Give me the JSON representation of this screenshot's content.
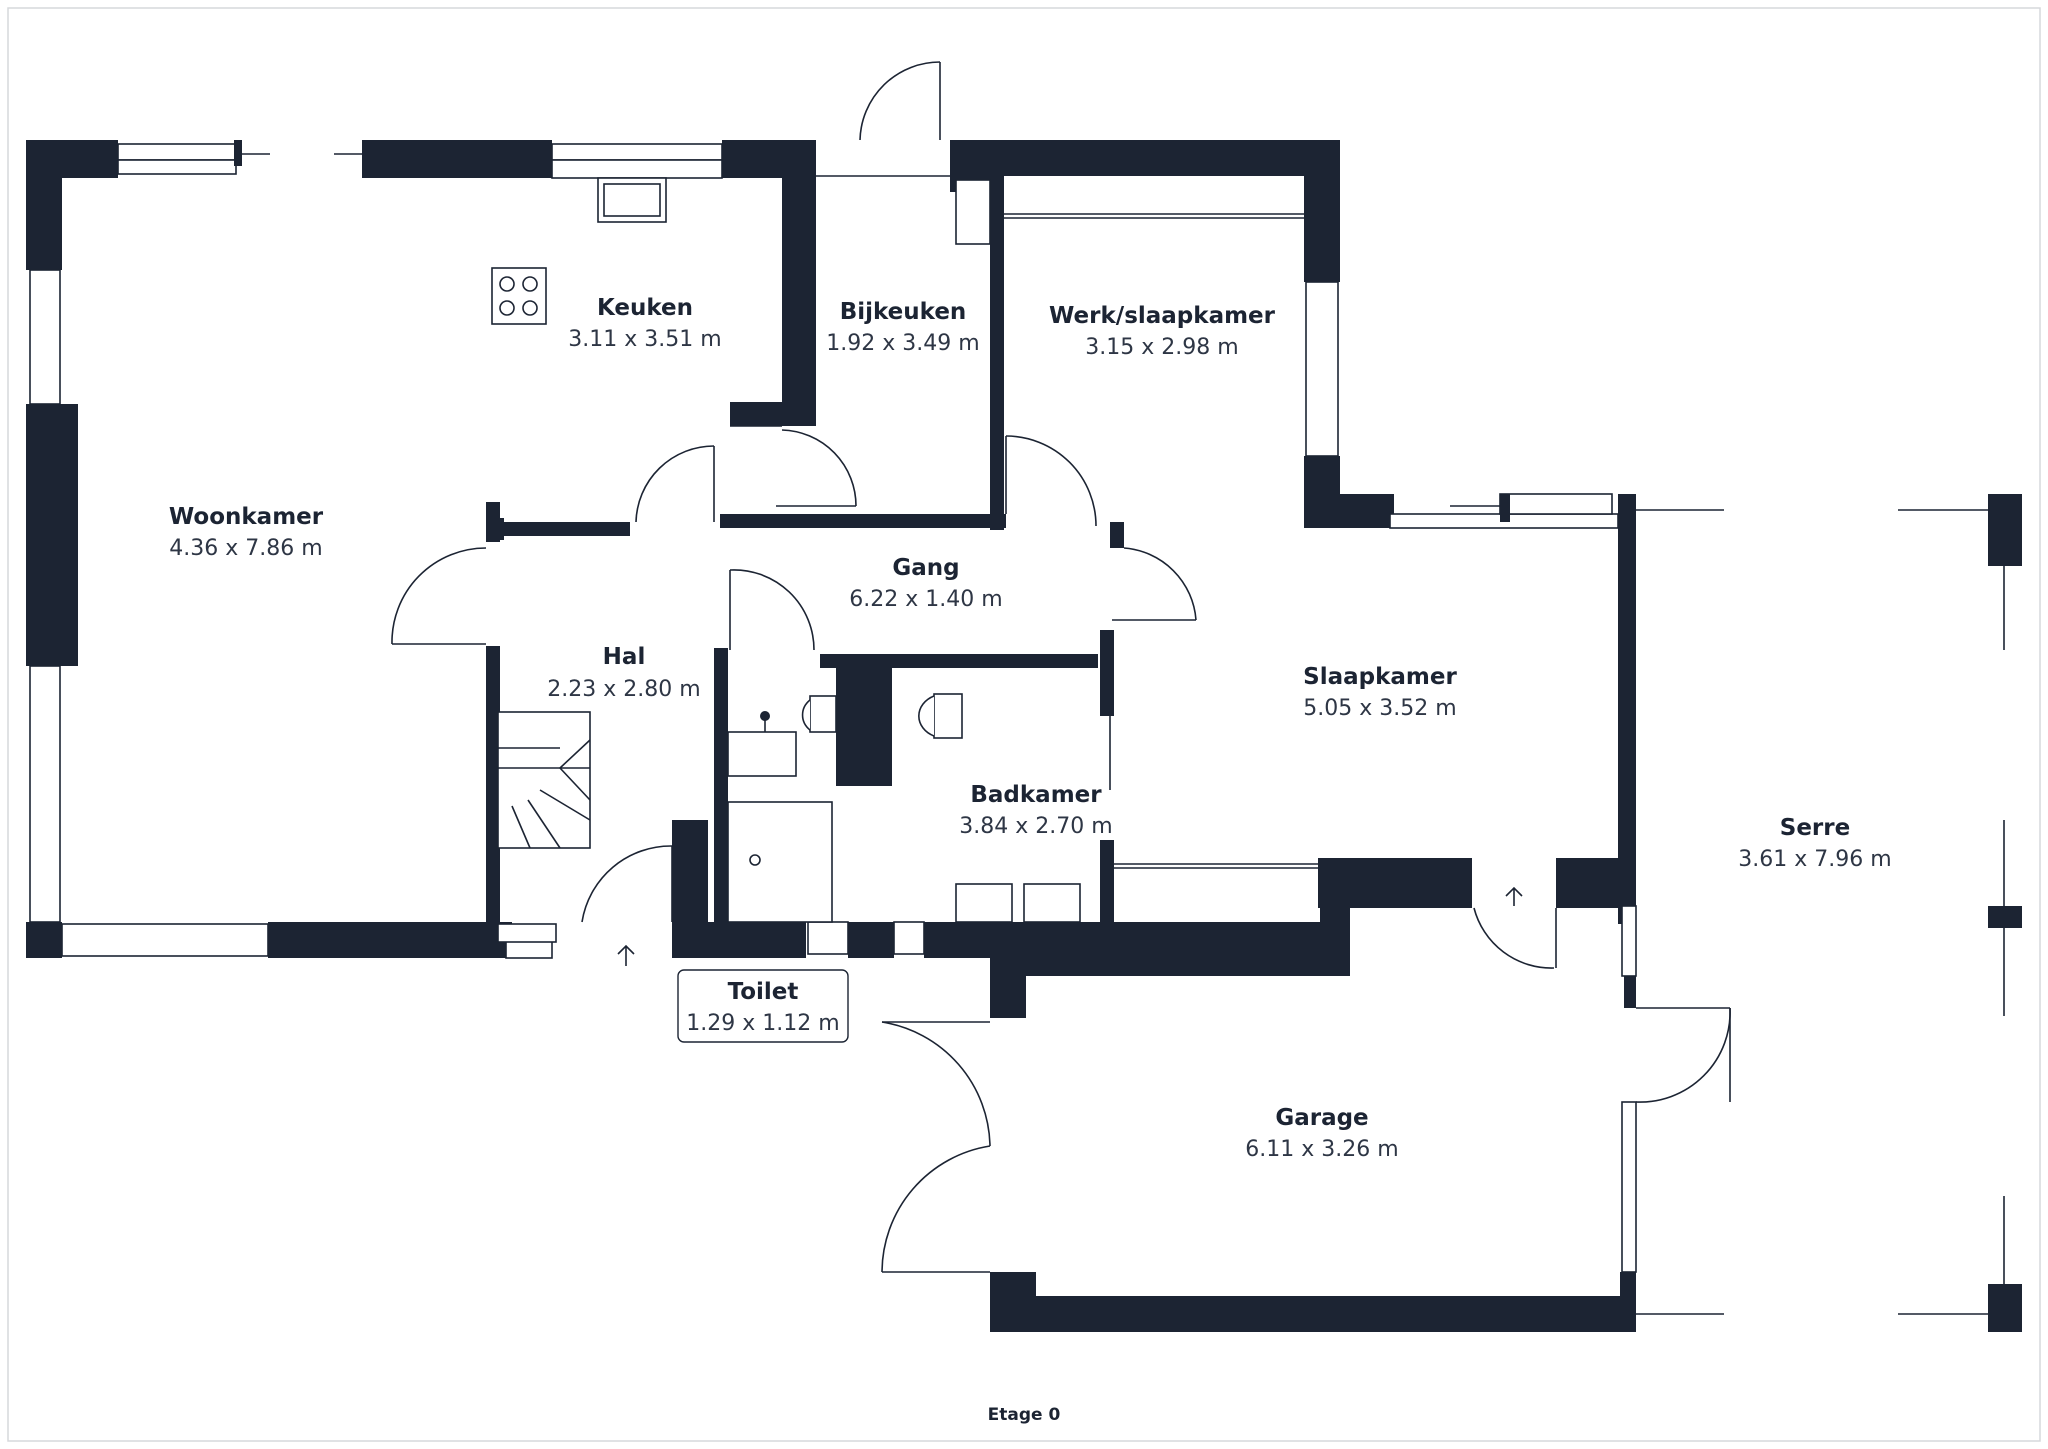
{
  "rooms": [
    {
      "name": "Woonkamer",
      "dims": "4.36 x 7.86 m"
    },
    {
      "name": "Keuken",
      "dims": "3.11 x 3.51 m"
    },
    {
      "name": "Bijkeuken",
      "dims": "1.92 x 3.49 m"
    },
    {
      "name": "Werk/slaapkamer",
      "dims": "3.15 x 2.98 m"
    },
    {
      "name": "Gang",
      "dims": "6.22 x 1.40 m"
    },
    {
      "name": "Hal",
      "dims": "2.23 x 2.80 m"
    },
    {
      "name": "Slaapkamer",
      "dims": "5.05 x 3.52 m"
    },
    {
      "name": "Badkamer",
      "dims": "3.84 x 2.70 m"
    },
    {
      "name": "Serre",
      "dims": "3.61 x 7.96 m"
    },
    {
      "name": "Toilet",
      "dims": "1.29 x 1.12 m"
    },
    {
      "name": "Garage",
      "dims": "6.11 x 3.26 m"
    }
  ],
  "floor_label": "Etage 0",
  "colors": {
    "wall": "#1c2433",
    "background": "#ffffff"
  }
}
